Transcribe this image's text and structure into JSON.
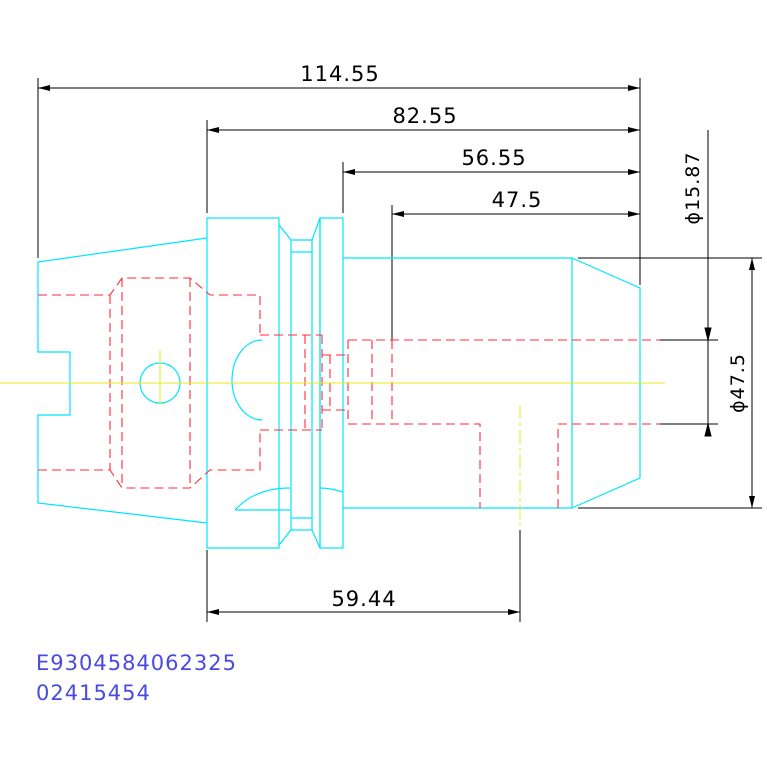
{
  "dimensions": {
    "overall_length": "114.55",
    "flange_to_end": "82.55",
    "body_length": "56.55",
    "bore_depth": "47.5",
    "gauge_length": "59.44",
    "bore_diameter": "ϕ15.87",
    "outer_diameter": "ϕ47.5"
  },
  "labels": {
    "part_number_1": "E9304584062325",
    "part_number_2": "02415454"
  },
  "colors": {
    "outline": "#00e5ff",
    "hidden": "#ff2a3a",
    "centerline": "#e8e81a",
    "dimension": "#000000",
    "part_text": "#4a4ae0"
  }
}
